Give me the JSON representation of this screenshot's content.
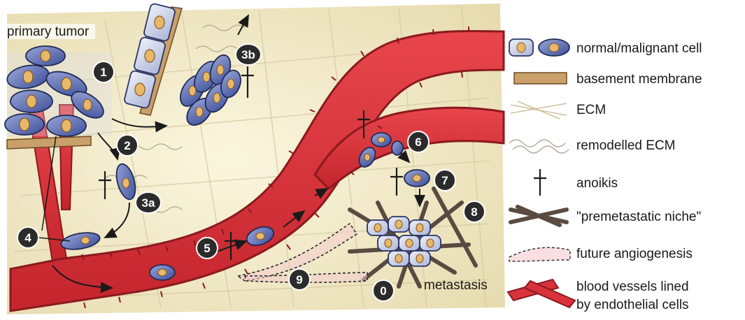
{
  "labels": {
    "primary_tumor": "primary tumor",
    "metastasis": "metastasis"
  },
  "steps": {
    "s1": "1",
    "s2": "2",
    "s3a": "3a",
    "s3b": "3b",
    "s4": "4",
    "s5": "5",
    "s6": "6",
    "s7": "7",
    "s8": "8",
    "s9": "9",
    "s0": "0"
  },
  "legend": {
    "cells": "normal/malignant cell",
    "basement_membrane": "basement membrane",
    "ecm": "ECM",
    "remodelled_ecm": "remodelled ECM",
    "anoikis": "anoikis",
    "premetastatic_niche": "\"premetastatic niche\"",
    "future_angiogenesis": "future angiogenesis",
    "blood_vessels_line1": "blood vessels lined",
    "blood_vessels_line2": "by endothelial cells"
  },
  "colors": {
    "background": "#f2ebd0",
    "vessel_red": "#d9323a",
    "vessel_dark": "#8a1a1e",
    "basement_membrane": "#c9a06a",
    "malignant_cell": "#6f7fc1",
    "normal_cell": "#d6dcef",
    "nucleus": "#e8b86a",
    "niche": "#5a4a40",
    "badge": "#2b2b2b"
  }
}
